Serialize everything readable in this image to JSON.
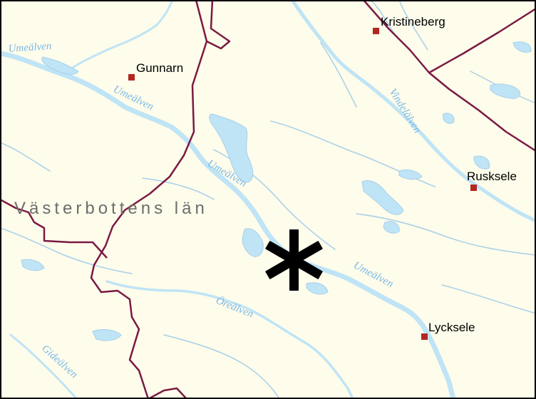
{
  "colors": {
    "land": "#fefcea",
    "water": "#bfe4f6",
    "water_line": "#a6d0ea",
    "boundary": "#7a1a45",
    "town_marker": "#b2271f",
    "river_label": "#7ab8e8",
    "region_label": "#6d6d6d",
    "frame": "#000000"
  },
  "region": {
    "name": "Västerbottens län"
  },
  "towns": [
    {
      "name": "Kristineberg"
    },
    {
      "name": "Gunnarn"
    },
    {
      "name": "Rusksele"
    },
    {
      "name": "Lycksele"
    }
  ],
  "rivers": [
    {
      "name": "Umeälven"
    },
    {
      "name": "Umeälven"
    },
    {
      "name": "Umeälven"
    },
    {
      "name": "Umeälven"
    },
    {
      "name": "Vindelälven"
    },
    {
      "name": "Öreälven"
    },
    {
      "name": "Gideälven"
    }
  ],
  "marker": {
    "symbol": "✱",
    "icon": "asterisk-location-marker-icon"
  }
}
